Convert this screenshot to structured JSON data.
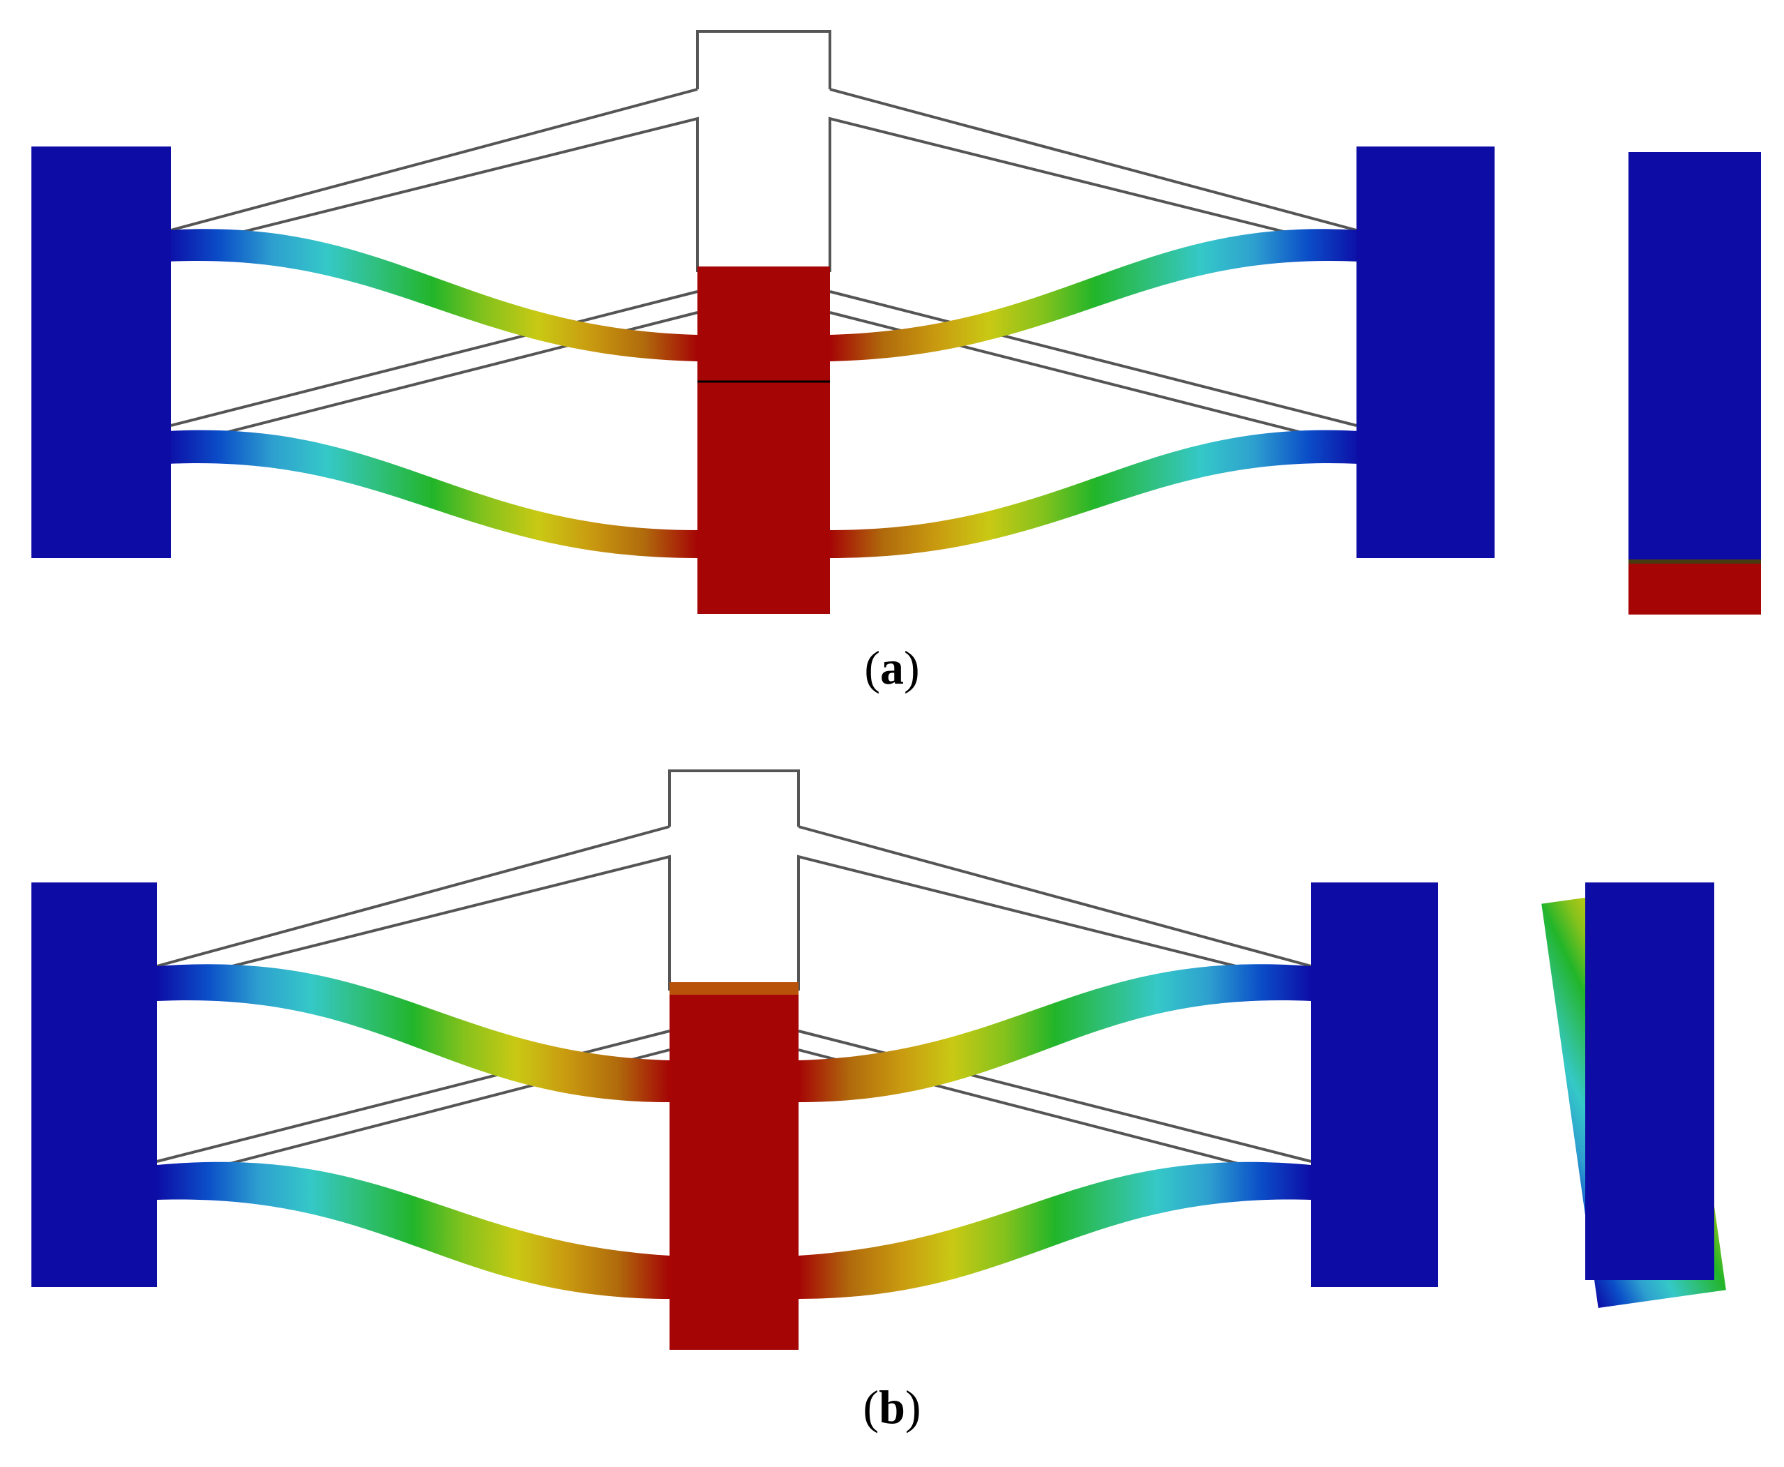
{
  "figure": {
    "panels": [
      {
        "id": "a",
        "label": "a"
      },
      {
        "id": "b",
        "label": "b"
      }
    ],
    "colors": {
      "fixed": "#0d0da6",
      "moving": "#a50505",
      "outline": "#555555",
      "gradient": [
        "#0d0da6",
        "#0b4fc8",
        "#2ea0cf",
        "#35c8c8",
        "#2fbf7a",
        "#22b52a",
        "#86c21c",
        "#c9c914",
        "#c99a10",
        "#b06a0c",
        "#a50505"
      ]
    }
  }
}
